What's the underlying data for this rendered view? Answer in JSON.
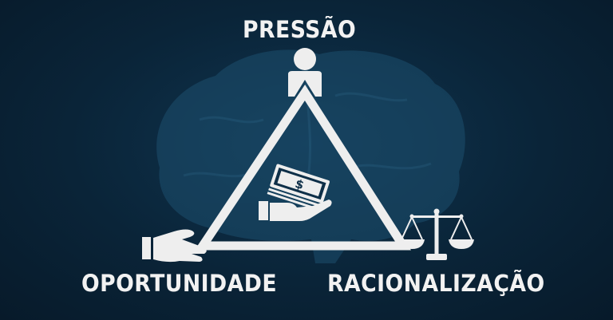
{
  "labels": {
    "top": "PRESSÃO",
    "left": "OPORTUNIDADE",
    "right": "RACIONALIZAÇÃO"
  },
  "icons": {
    "top": "person-icon",
    "left": "open-hand-icon",
    "right": "scales-of-justice-icon",
    "center": "hand-with-money-icon",
    "background": "brain-icon"
  },
  "colors": {
    "background": "#0a2438",
    "foreground": "#f2f2f2",
    "brain": "#1d4f6e"
  }
}
